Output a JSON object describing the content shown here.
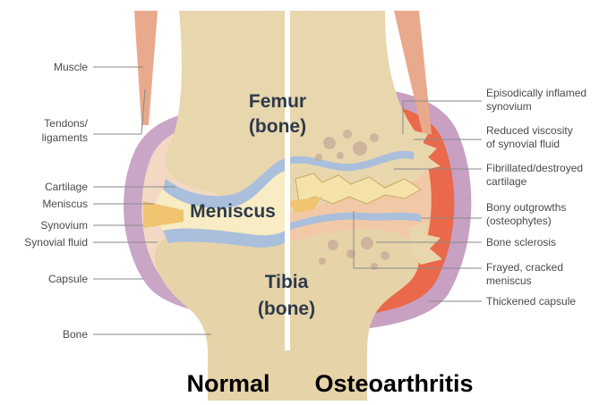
{
  "diagram": {
    "center_labels": {
      "femur_line1": "Femur",
      "femur_line2": "(bone)",
      "meniscus": "Meniscus",
      "tibia_line1": "Tibia",
      "tibia_line2": "(bone)"
    },
    "left_labels": {
      "muscle": "Muscle",
      "tendons_line1": "Tendons/",
      "tendons_line2": "ligaments",
      "cartilage": "Cartilage",
      "meniscus": "Meniscus",
      "synovium": "Synovium",
      "synovial_fluid": "Synovial fluid",
      "capsule": "Capsule",
      "bone": "Bone"
    },
    "right_labels": {
      "inflamed_line1": "Episodically inflamed",
      "inflamed_line2": "synovium",
      "viscosity_line1": "Reduced viscosity",
      "viscosity_line2": "of synovial fluid",
      "fibrillated_line1": "Fibrillated/destroyed",
      "fibrillated_line2": "cartilage",
      "outgrowth_line1": "Bony outgrowths",
      "outgrowth_line2": "(osteophytes)",
      "sclerosis": "Bone sclerosis",
      "frayed_line1": "Frayed, cracked",
      "frayed_line2": "meniscus",
      "thickened": "Thickened capsule"
    },
    "captions": {
      "normal": "Normal",
      "osteoarthritis": "Osteoarthritis"
    },
    "colors": {
      "bone": "#e8d6ad",
      "cartilage_blue": "#a9bfdc",
      "capsule_purple": "#c7a4c4",
      "inflamed_orange": "#e9694a",
      "muscle_pink": "#e9a98c",
      "fluid_cream": "#f7ecc4"
    }
  }
}
